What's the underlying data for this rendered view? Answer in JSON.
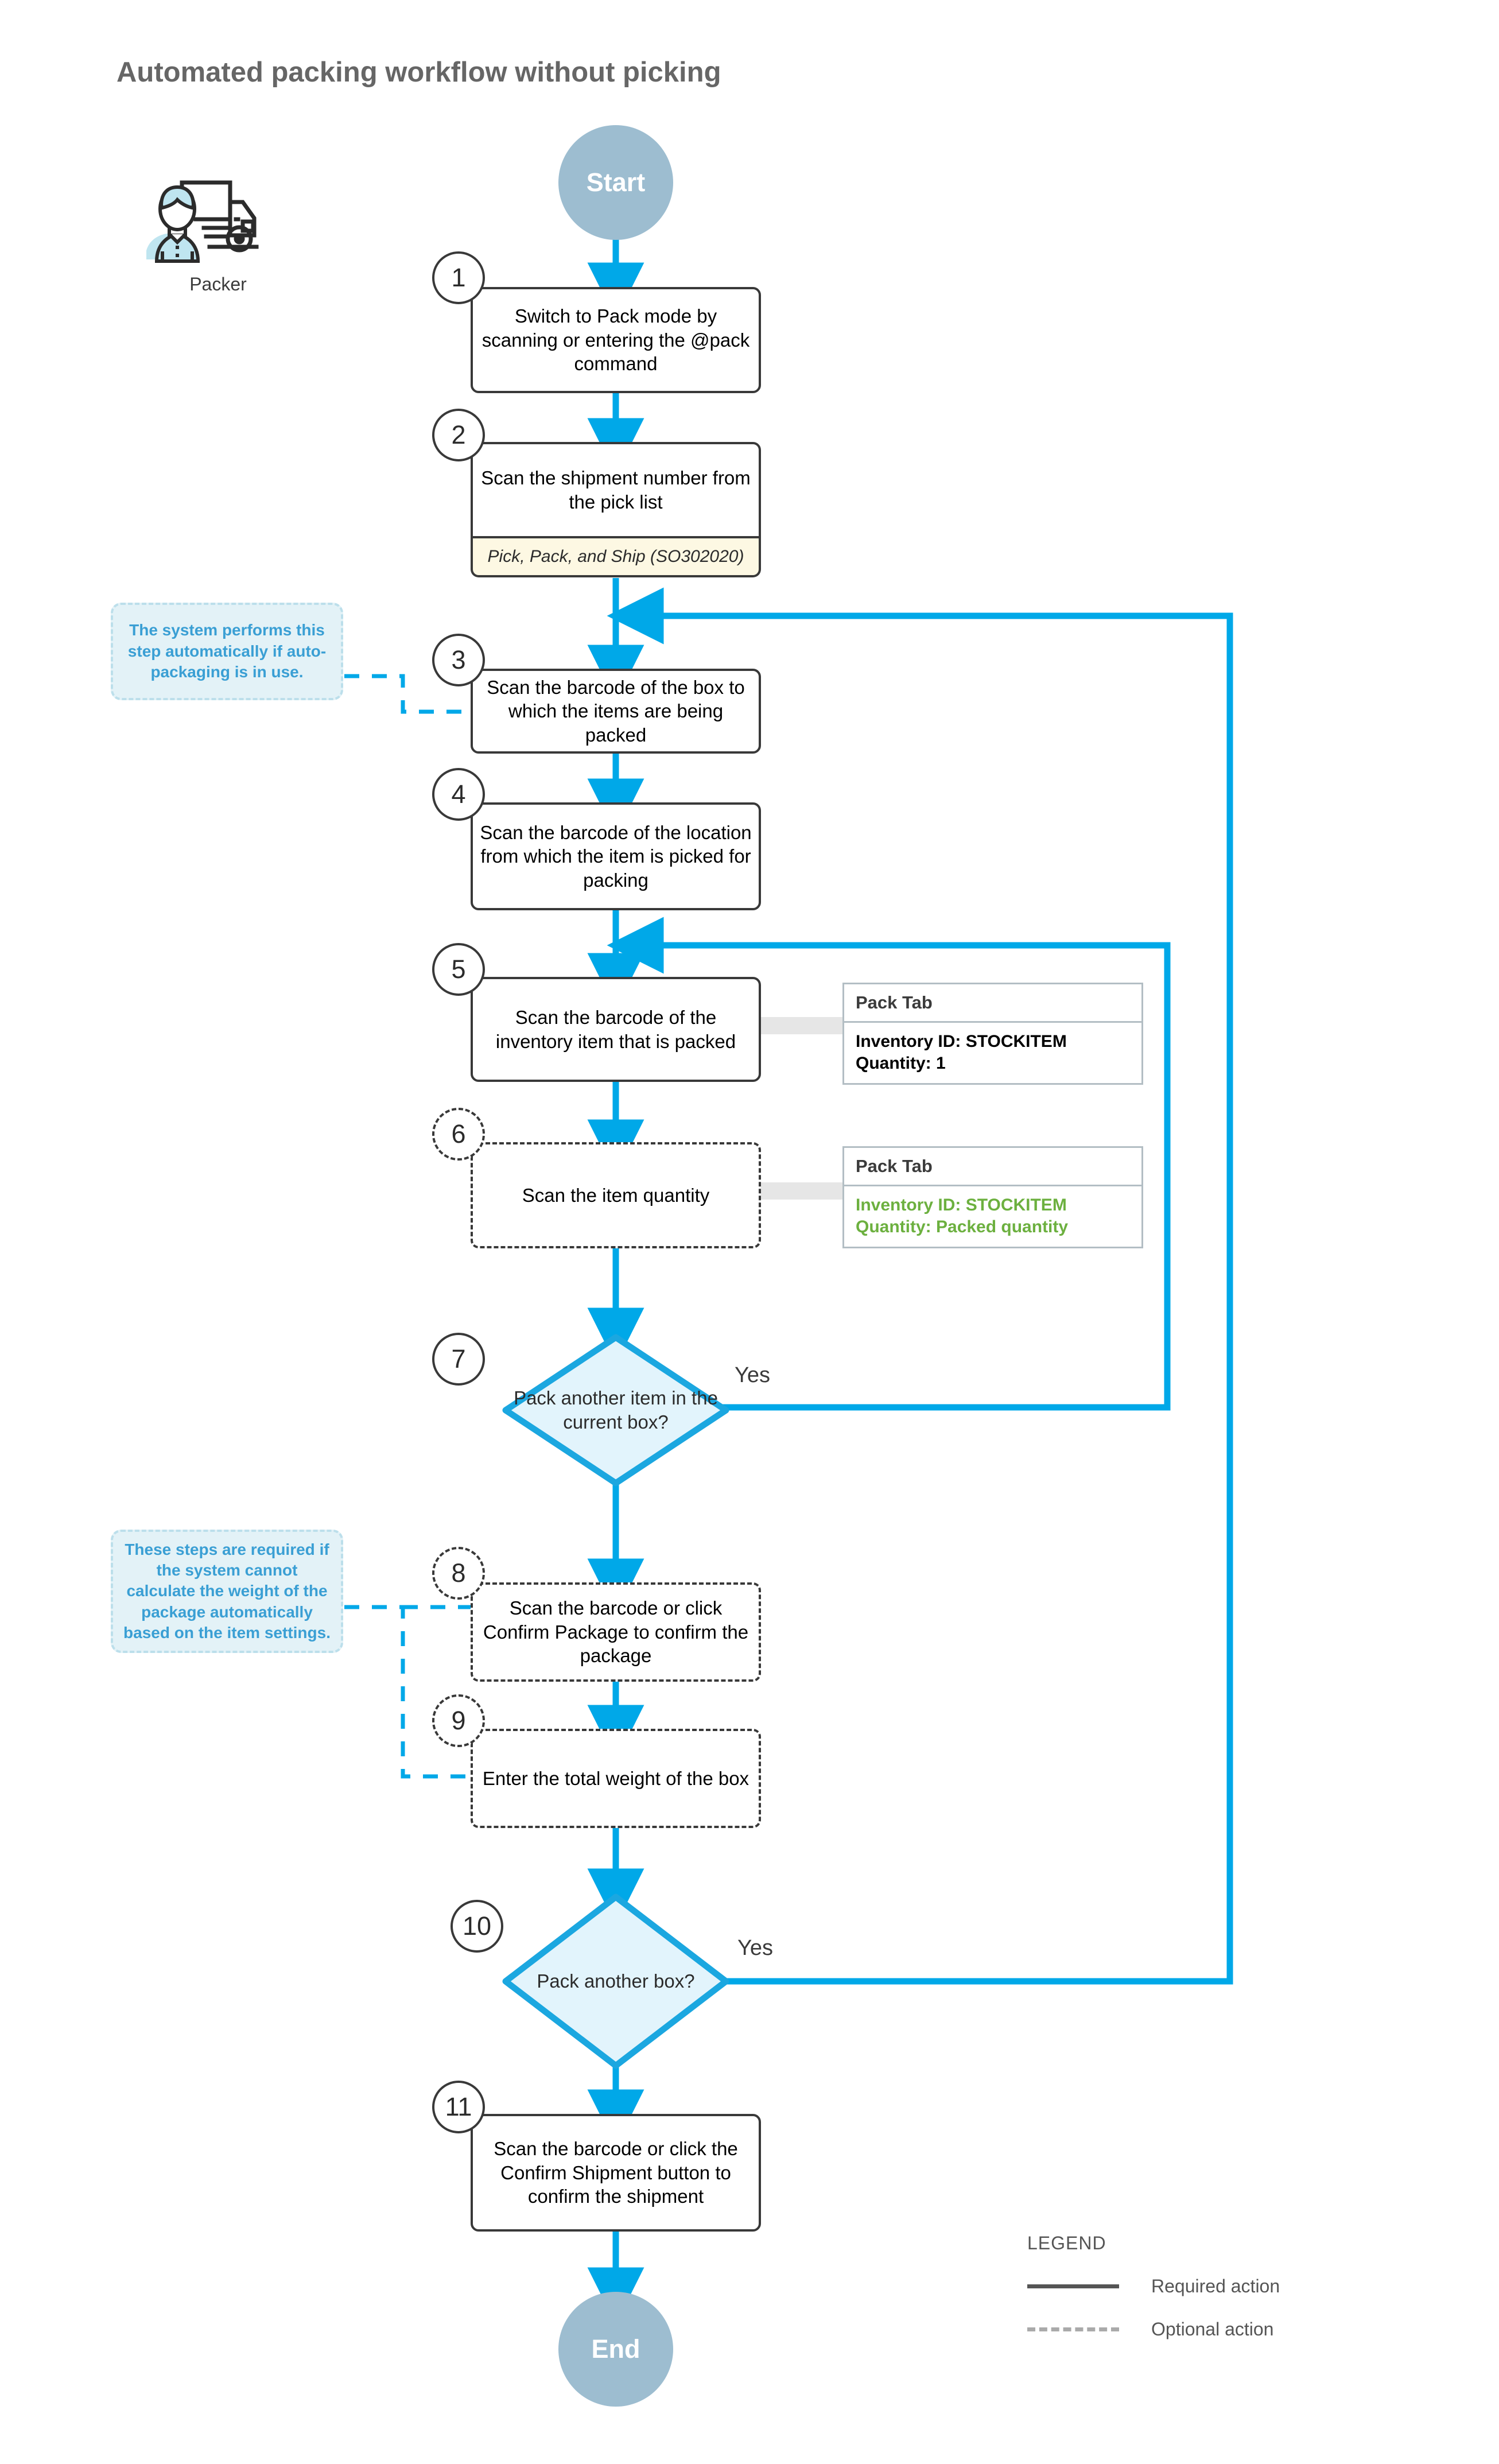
{
  "title": "Automated packing workflow without picking",
  "actor": {
    "icon": "packer-truck-icon",
    "label": "Packer"
  },
  "terminators": {
    "start": "Start",
    "end": "End"
  },
  "steps": [
    {
      "number": "1",
      "text": "Switch to Pack mode by scanning or entering the @pack command",
      "optional": false
    },
    {
      "number": "2",
      "text": "Scan the shipment number from the pick list",
      "optional": false,
      "sublabel": "Pick, Pack, and Ship (SO302020)"
    },
    {
      "number": "3",
      "text": "Scan the barcode of the box to which the items are being packed",
      "optional": false
    },
    {
      "number": "4",
      "text": "Scan the barcode of the location from which the item is picked for packing",
      "optional": false
    },
    {
      "number": "5",
      "text": "Scan the barcode of the inventory item that is packed",
      "optional": false
    },
    {
      "number": "6",
      "text": "Scan the item quantity",
      "optional": true
    },
    {
      "number": "7",
      "text": "Pack another item in the current box?",
      "optional": false,
      "shape": "decision",
      "yes_label": "Yes"
    },
    {
      "number": "8",
      "text": "Scan the barcode or click Confirm Package to confirm the package",
      "optional": true
    },
    {
      "number": "9",
      "text": "Enter the total weight of the box",
      "optional": true
    },
    {
      "number": "10",
      "text": "Pack another box?",
      "optional": false,
      "shape": "decision",
      "yes_label": "Yes"
    },
    {
      "number": "11",
      "text": "Scan the barcode or click the Confirm Shipment button to confirm the shipment",
      "optional": false
    }
  ],
  "notes": [
    {
      "id": "note-auto-packaging",
      "text": "The system performs this step automatically if auto-packaging is in use."
    },
    {
      "id": "note-weight",
      "text": "These steps are required if the system cannot calculate the weight of the package automatically based on the item settings."
    }
  ],
  "callouts": [
    {
      "id": "callout-pack-tab-1",
      "header": "Pack Tab",
      "line1": "Inventory ID: STOCKITEM",
      "line2": "Quantity: 1",
      "color": "#000000"
    },
    {
      "id": "callout-pack-tab-2",
      "header": "Pack Tab",
      "line1": "Inventory ID: STOCKITEM",
      "line2": "Quantity: Packed quantity",
      "color": "#6cb03f"
    }
  ],
  "legend": {
    "title": "LEGEND",
    "items": [
      {
        "style": "solid",
        "label": "Required action"
      },
      {
        "style": "dashed",
        "label": "Optional action"
      }
    ]
  },
  "colors": {
    "flow_arrow": "#00a8e8",
    "terminator_fill": "#9dbdd0",
    "decision_fill": "#e2f4fc",
    "decision_stroke": "#1ba7e0",
    "node_stroke": "#393939",
    "note_text": "#3a9fd4",
    "note_fill": "#e3f2f7",
    "sublabel_fill": "#fdf8e3",
    "green_text": "#6cb03f",
    "title_text": "#666666"
  }
}
